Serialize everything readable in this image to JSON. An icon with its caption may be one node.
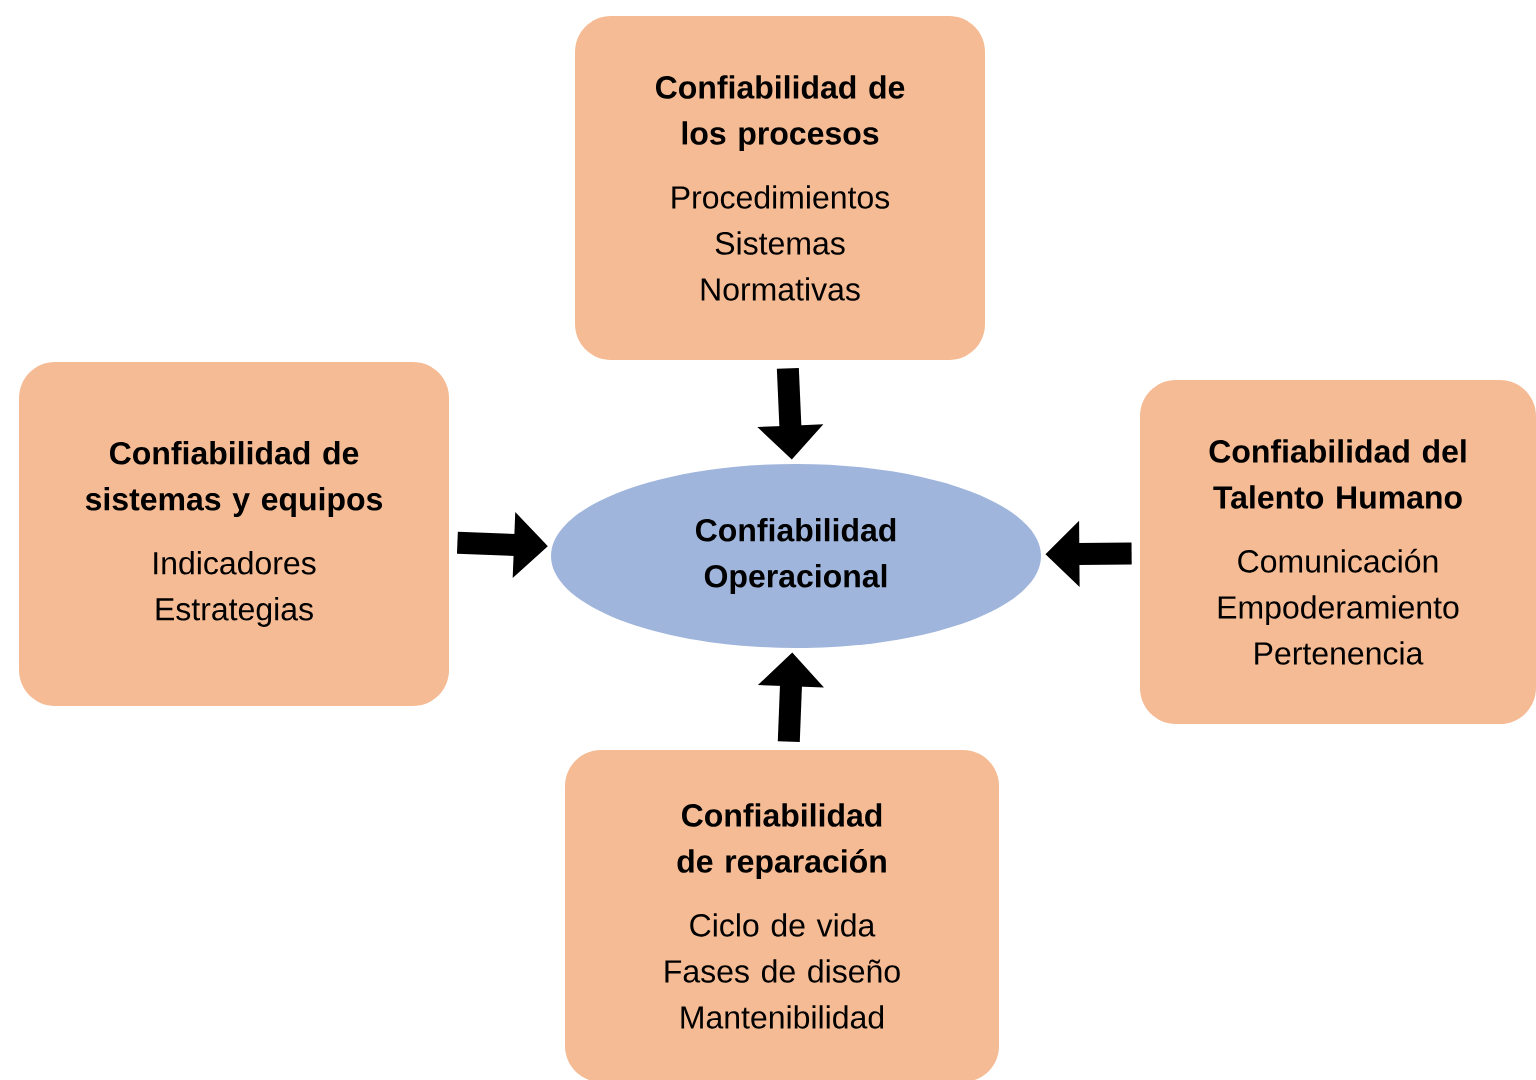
{
  "diagram": {
    "nodes": [
      {
        "text": [
          "Confiabilidad de los procesos",
          "Procedimientos",
          "Sistemas",
          "Normativas"
        ]
      },
      {
        "text": [
          "Confiabilidad de sistemas y equipos",
          "Indicadores",
          "Estrategias"
        ]
      },
      {
        "text": [
          "Confiabilidad Operacional"
        ]
      },
      {
        "text": [
          "Confiabilidad del Talento Humano",
          "Comunicación",
          "Empoderamiento",
          "Pertenencia"
        ]
      },
      {
        "text": [
          "Confiabilidad de reparación",
          "Ciclo de vida",
          "Fases de diseño",
          "Mantenibilidad"
        ]
      }
    ],
    "edges": [
      {
        "from": 0,
        "to": 2,
        "arrow": "to"
      },
      {
        "from": 1,
        "to": 2,
        "arrow": "to"
      },
      {
        "from": 3,
        "to": 2,
        "arrow": "to"
      },
      {
        "from": 4,
        "to": 2,
        "arrow": "to"
      }
    ]
  }
}
